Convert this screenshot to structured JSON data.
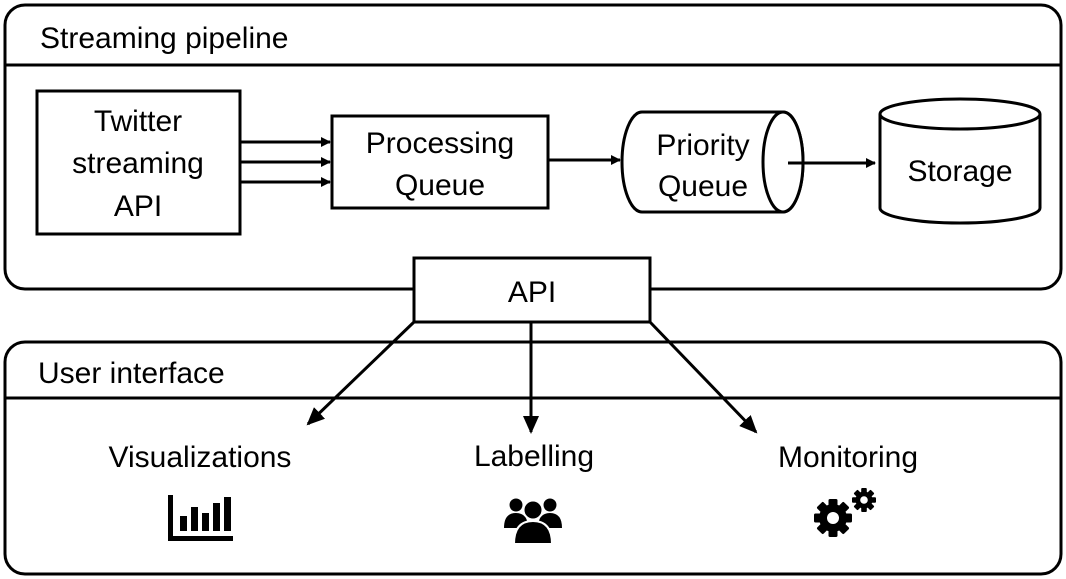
{
  "sections": {
    "streaming": {
      "title": "Streaming pipeline"
    },
    "ui": {
      "title": "User interface"
    }
  },
  "nodes": {
    "twitter": {
      "lines": [
        "Twitter",
        "streaming",
        "API"
      ]
    },
    "processing": {
      "lines": [
        "Processing",
        "Queue"
      ]
    },
    "priority": {
      "lines": [
        "Priority",
        "Queue"
      ]
    },
    "storage": {
      "label": "Storage"
    },
    "api": {
      "label": "API"
    }
  },
  "ui_items": {
    "visualizations": {
      "label": "Visualizations",
      "icon": "bar-chart-icon"
    },
    "labelling": {
      "label": "Labelling",
      "icon": "users-group-icon"
    },
    "monitoring": {
      "label": "Monitoring",
      "icon": "gears-icon"
    }
  }
}
